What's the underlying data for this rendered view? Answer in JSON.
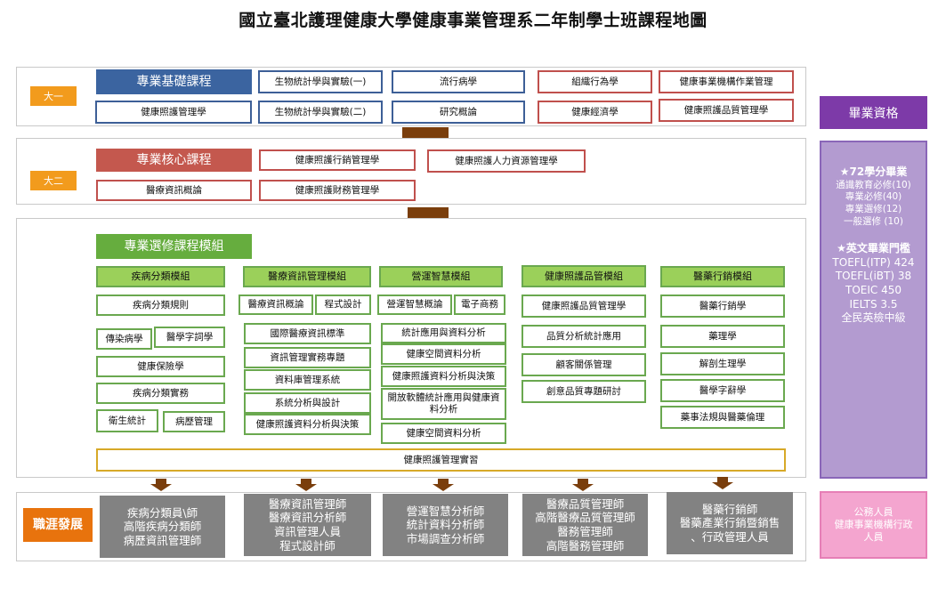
{
  "title": "國立臺北護理健康大學健康事業管理系二年制學士班課程地圖",
  "year1": {
    "label": "大一",
    "header": "專業基礎課程",
    "courses": [
      "健康照護管理學",
      "生物統計學與實驗(一)",
      "生物統計學與實驗(二)",
      "流行病學",
      "研究概論",
      "組織行為學",
      "健康經濟學",
      "健康事業機構作業管理",
      "健康照護品質管理學"
    ]
  },
  "year2": {
    "label": "大二",
    "header": "專業核心課程",
    "courses": [
      "醫療資訊概論",
      "健康照護行銷管理學",
      "健康照護財務管理學",
      "健康照護人力資源管理學"
    ]
  },
  "electives": {
    "header": "專業選修課程模組",
    "modules": [
      {
        "name": "疾病分類模組",
        "courses": [
          "疾病分類規則",
          "傳染病學",
          "醫學字詞學",
          "健康保險學",
          "疾病分類實務",
          "衛生統計",
          "病歷管理"
        ]
      },
      {
        "name": "醫療資訊管理模組",
        "courses": [
          "醫療資訊概論",
          "程式設計",
          "國際醫療資訊標準",
          "資訊管理實務專題",
          "資料庫管理系統",
          "系統分析與設計",
          "健康照護資料分析與決策"
        ]
      },
      {
        "name": "營運智慧模組",
        "courses": [
          "營運智慧概論",
          "電子商務",
          "統計應用與資料分析",
          "健康空間資料分析",
          "健康照護資料分析與決策",
          "開放軟體統計應用與健康資料分析",
          "健康空間資料分析"
        ]
      },
      {
        "name": "健康照護品管模組",
        "courses": [
          "健康照護品質管理學",
          "品質分析統計應用",
          "顧客關係管理",
          "創意品質專題研討"
        ]
      },
      {
        "name": "醫藥行銷模組",
        "courses": [
          "醫藥行銷學",
          "藥理學",
          "解剖生理學",
          "醫學字辭學",
          "藥事法規與醫藥倫理"
        ]
      }
    ],
    "practicum": "健康照護管理實習"
  },
  "career": {
    "label": "職涯發展",
    "boxes": [
      [
        "疾病分類員\\師",
        "高階疾病分類師",
        "病歷資訊管理師"
      ],
      [
        "醫療資訊管理師",
        "醫療資訊分析師",
        "資訊管理人員",
        "程式設計師"
      ],
      [
        "營運智慧分析師",
        "統計資料分析師",
        "市場調查分析師"
      ],
      [
        "醫療品質管理師",
        "高階醫療品質管理師",
        "醫務管理師",
        "高階醫務管理師"
      ],
      [
        "醫藥行銷師",
        "醫藥產業行銷暨銷售",
        "、行政管理人員"
      ]
    ]
  },
  "graduation": {
    "header": "畢業資格",
    "credits_title": "★72學分畢業",
    "credits": [
      "通識教育必修(10)",
      "專業必修(40)",
      "專業選修(12)",
      "一般選修 (10)"
    ],
    "english_title": "★英文畢業門檻",
    "english": [
      "TOEFL(ITP) 424",
      "TOEFL(iBT) 38",
      "TOEIC 450",
      "IELTS 3.5",
      "全民英檢中級"
    ]
  },
  "public_roles": [
    "公務人員",
    "健康事業機構行政",
    "人員"
  ],
  "colors": {
    "orange": "#f29b1d",
    "blue": "#3b64a0",
    "red": "#c4584e",
    "green": "#66ad3e",
    "light_green": "#9bd05a",
    "purple": "#7d3aa8",
    "lavender": "#b39bd0",
    "pink": "#f4a5cf",
    "gray": "#828282",
    "arrow": "#7a3e0c"
  }
}
